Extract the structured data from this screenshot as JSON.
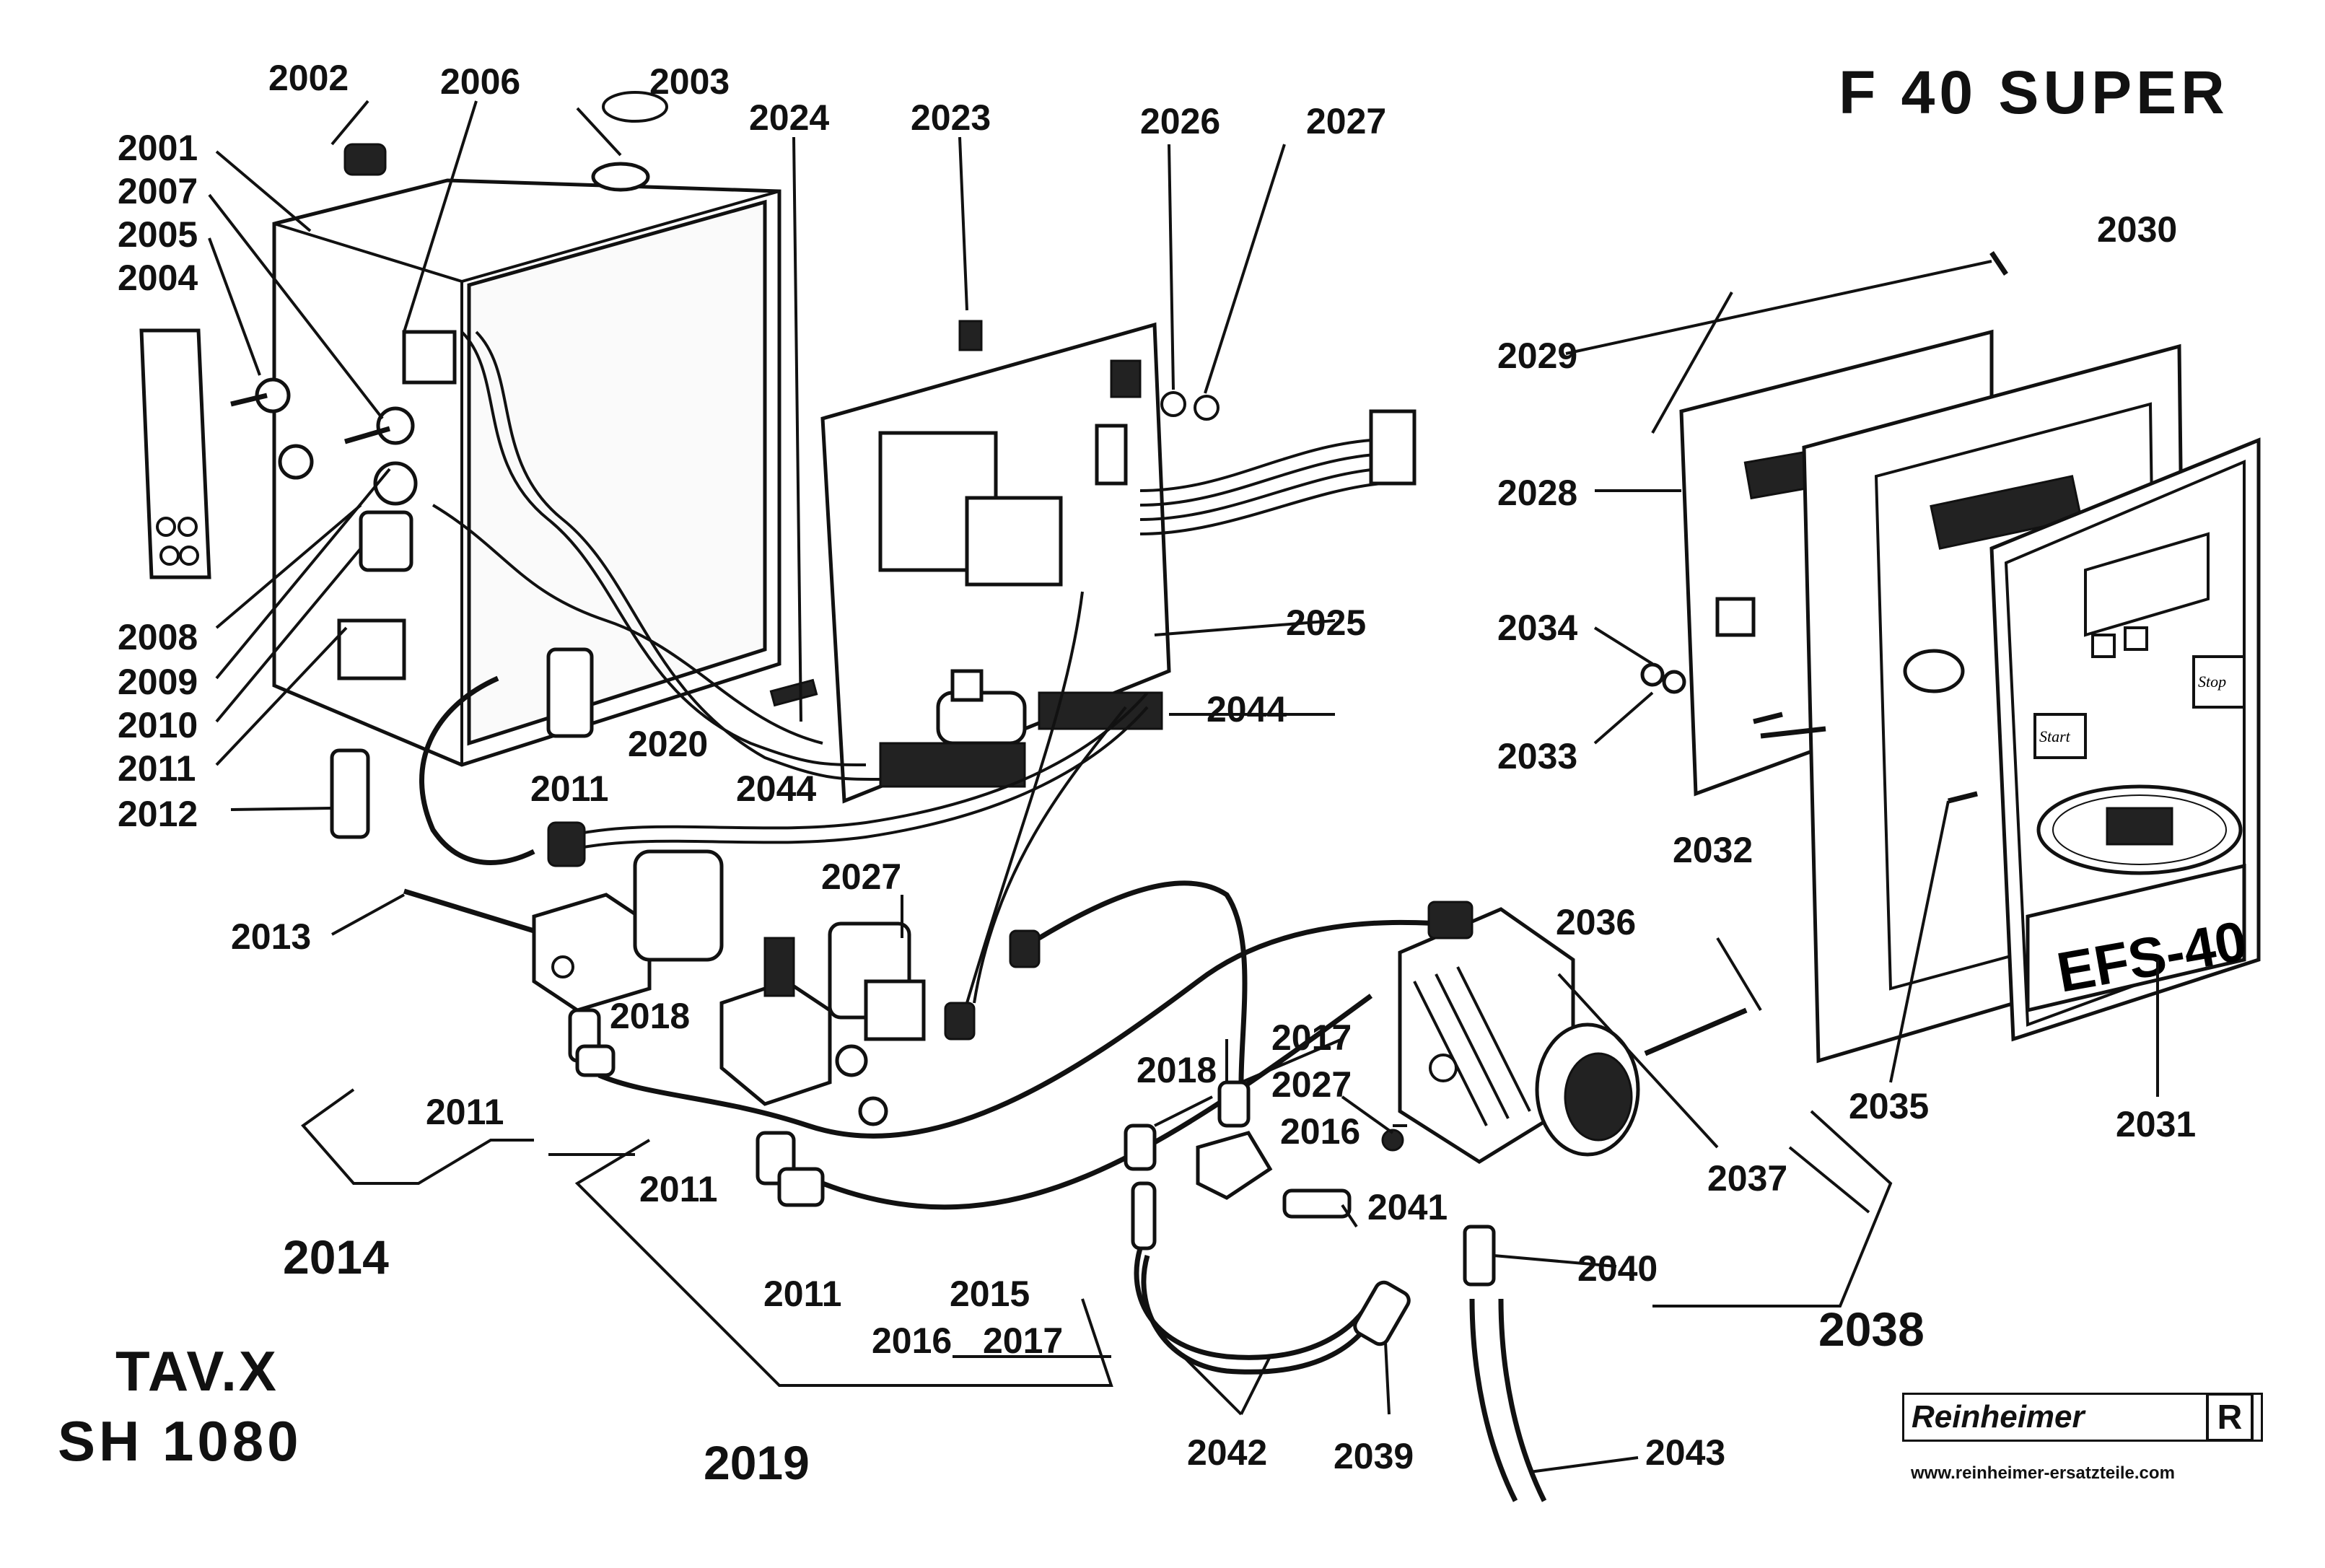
{
  "header": {
    "model_title": "F 40 SUPER",
    "table_code": "TAV.X",
    "sheet_code": "SH 1080"
  },
  "brand": {
    "name": "Reinheimer",
    "logo_letter": "R",
    "url": "www.reinheimer-ersatzteile.com"
  },
  "panel_text": {
    "display_brand": "EFS-40",
    "start_label": "Start",
    "stop_label": "Stop"
  },
  "part_labels": [
    "2002",
    "2006",
    "2003",
    "2024",
    "2023",
    "2026",
    "2027",
    "2001",
    "2007",
    "2005",
    "2004",
    "2030",
    "2029",
    "2028",
    "2034",
    "2033",
    "2025",
    "2044",
    "2008",
    "2009",
    "2010",
    "2020",
    "2011",
    "2044",
    "2012",
    "2011",
    "2032",
    "2013",
    "2027",
    "2036",
    "2018",
    "2017",
    "2011",
    "2018",
    "2027",
    "2016",
    "2035",
    "2031",
    "2037",
    "2011",
    "2041",
    "2011",
    "2015",
    "2040",
    "2016",
    "2017"
  ],
  "group_labels": [
    "2014",
    "2019",
    "2038"
  ],
  "lower_labels": [
    "2042",
    "2039",
    "2043"
  ]
}
